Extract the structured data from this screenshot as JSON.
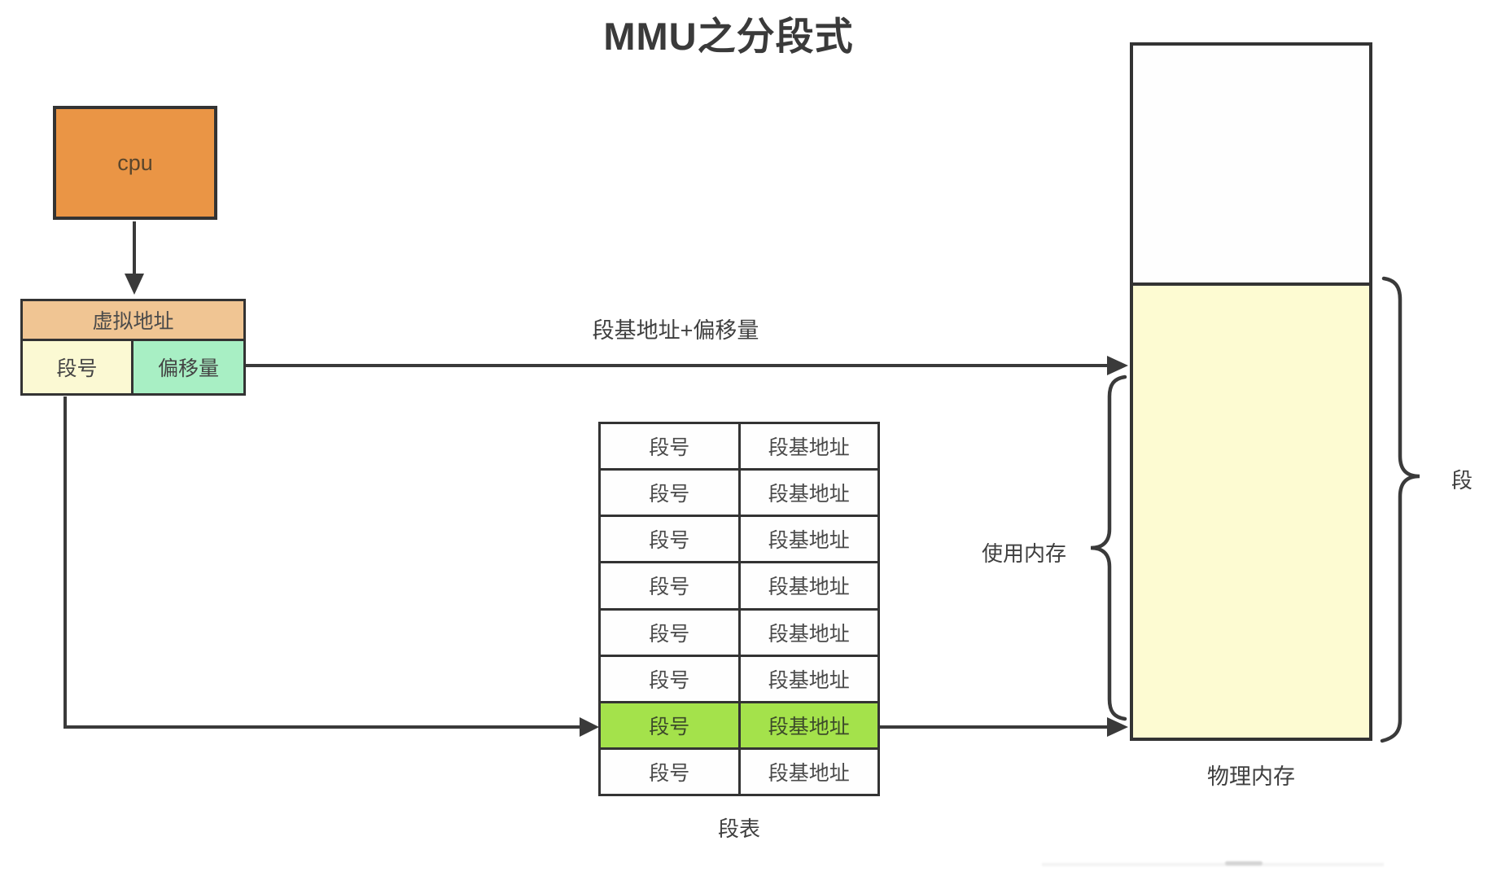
{
  "title": "MMU之分段式",
  "cpu_box": {
    "label": "cpu"
  },
  "virtual_address": {
    "header": "虚拟地址",
    "segment_number": "段号",
    "offset": "偏移量"
  },
  "arrow_label": "段基地址+偏移量",
  "segment_table": {
    "caption": "段表",
    "columns": [
      "段号",
      "段基地址"
    ],
    "highlighted_row_index": 6,
    "rows": [
      {
        "segment_number": "段号",
        "segment_base": "段基地址"
      },
      {
        "segment_number": "段号",
        "segment_base": "段基地址"
      },
      {
        "segment_number": "段号",
        "segment_base": "段基地址"
      },
      {
        "segment_number": "段号",
        "segment_base": "段基地址"
      },
      {
        "segment_number": "段号",
        "segment_base": "段基地址"
      },
      {
        "segment_number": "段号",
        "segment_base": "段基地址"
      },
      {
        "segment_number": "段号",
        "segment_base": "段基地址"
      },
      {
        "segment_number": "段号",
        "segment_base": "段基地址"
      }
    ]
  },
  "physical_memory": {
    "label": "物理内存"
  },
  "annotations": {
    "used_memory": "使用内存",
    "segment": "段"
  },
  "colors": {
    "cpu_fill": "#EA9545",
    "virtual_header_fill": "#F0C593",
    "segment_number_fill": "#FBF9D3",
    "offset_fill": "#A8EFC4",
    "highlight_fill": "#A4E24B",
    "memory_used_fill": "#FDFBD2",
    "line": "#3A3A3A"
  }
}
